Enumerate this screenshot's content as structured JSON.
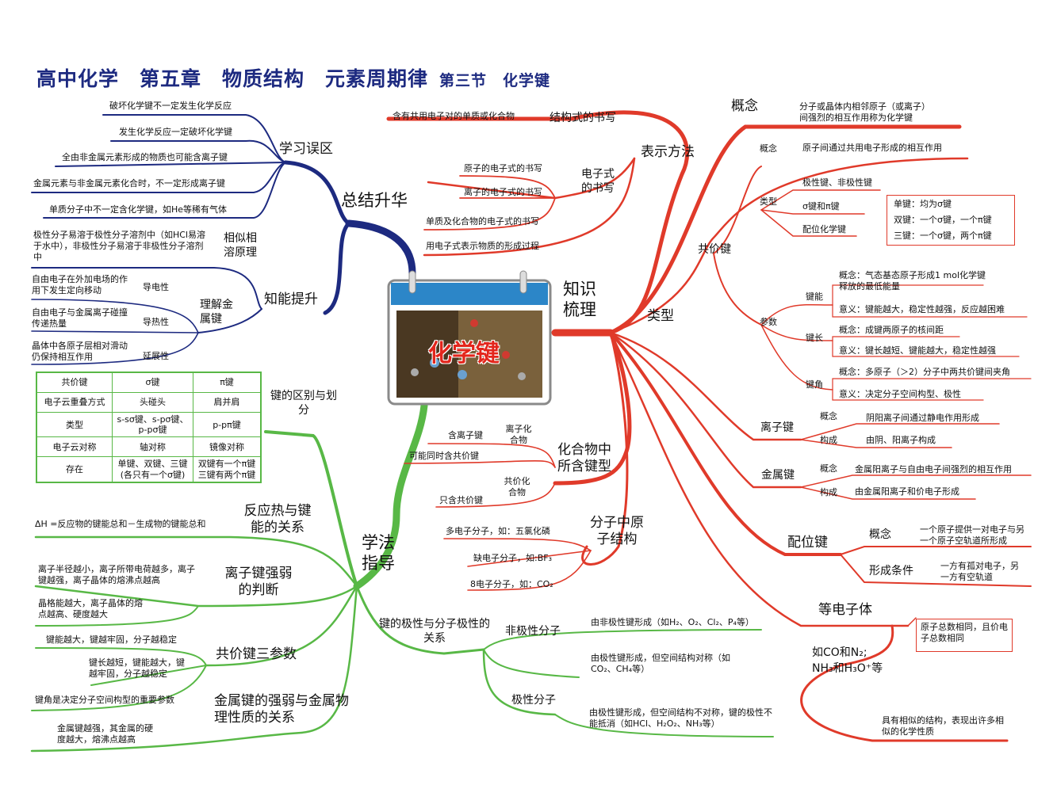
{
  "title": {
    "main": "高中化学　第五章　物质结构　元素周期律",
    "section": "第三节　化学键"
  },
  "center": {
    "label": "化学键"
  },
  "colors": {
    "navy": "#1d2a80",
    "red": "#e03a2a",
    "green": "#58b846",
    "title": "#1d2a80"
  },
  "left_top": {
    "root": "总结升华",
    "xuexi": {
      "label": "学习误区",
      "items": [
        "破坏化学键不一定发生化学反应",
        "发生化学反应一定破坏化学键",
        "全由非金属元素形成的物质也可能含离子键",
        "金属元素与非金属元素化合时，不一定形成离子键",
        "单质分子中不一定含化学键，如He等稀有气体"
      ]
    },
    "zhineng": {
      "label": "知能提升",
      "xiangsi": {
        "label": "相似相溶原理",
        "text": "极性分子易溶于极性分子溶剂中（如HCl易溶于水中），非极性分子易溶于非极性分子溶剂中"
      },
      "jinshu": {
        "label": "理解金属键",
        "items": [
          {
            "key": "导电性",
            "text": "自由电子在外加电场的作用下发生定向移动"
          },
          {
            "key": "导热性",
            "text": "自由电子与金属离子碰撞传递热量"
          },
          {
            "key": "延展性",
            "text": "晶体中各原子层相对滑动仍保持相互作用"
          }
        ]
      }
    }
  },
  "table": {
    "label": "键的区别与划分",
    "rows": [
      [
        "共价键",
        "σ键",
        "π键"
      ],
      [
        "电子云重叠方式",
        "头碰头",
        "肩并肩"
      ],
      [
        "类型",
        "s-sσ键、s-pσ键、p-pσ键",
        "p-pπ键"
      ],
      [
        "电子云对称",
        "轴对称",
        "镜像对称"
      ],
      [
        "存在",
        "单键、双键、三键(各只有一个σ键)",
        "双键有一个π键三键有两个π键"
      ]
    ]
  },
  "left_bottom": {
    "root": "学法指导",
    "fanying": {
      "label": "反应热与键能的关系",
      "text": "ΔH =反应物的键能总和－生成物的键能总和"
    },
    "lizijian": {
      "label": "离子键强弱的判断",
      "items": [
        "离子半径越小，离子所带电荷越多，离子键越强，离子晶体的熔沸点越高",
        "晶格能越大，离子晶体的熔点越高、硬度越大"
      ]
    },
    "gongjia": {
      "label": "共价键三参数",
      "items": [
        "键能越大，键越牢固，分子越稳定",
        "键长越短，键能越大，键越牢固，分子越稳定",
        "键角是决定分子空间构型的重要参数"
      ]
    },
    "jinshujian": {
      "label": "金属键的强弱与金属物理性质的关系",
      "text": "金属键越强，其金属的硬度越大，熔沸点越高"
    }
  },
  "middle": {
    "biaoshi": {
      "label": "表示方法",
      "jiegou": {
        "label": "结构式的书写",
        "text": "含有共用电子对的单质或化合物"
      },
      "dianzi": {
        "label": "电子式的书写",
        "items": [
          "原子的电子式的书写",
          "离子的电子式的书写",
          "单质及化合物的电子式的书写",
          "用电子式表示物质的形成过程"
        ]
      }
    },
    "huahe": {
      "label": "化合物中所含键型",
      "lizi": {
        "label": "离子化合物",
        "items": [
          "含离子键",
          "可能同时含共价键"
        ]
      },
      "gongjia": {
        "label": "共价化合物",
        "items": [
          "只含共价键"
        ]
      }
    },
    "fenzi": {
      "label": "分子中原子结构",
      "items": [
        "多电子分子，如：五氯化磷",
        "缺电子分子，如:BF₃",
        "8电子分子，如：CO₂"
      ]
    },
    "jixing": {
      "label": "键的极性与分子极性的关系",
      "fei": {
        "label": "非极性分子",
        "items": [
          "由非极性键形成（如H₂、O₂、Cl₂、P₄等）",
          "由极性键形成，但空间结构对称（如CO₂、CH₄等）"
        ]
      },
      "ji": {
        "label": "极性分子",
        "text": "由极性键形成，但空间结构不对称，键的极性不能抵消（如HCl、H₂O₂、NH₃等）"
      }
    }
  },
  "right": {
    "root": "知识梳理",
    "gainian": {
      "label": "概念",
      "text": "分子或晶体内相邻原子（或离子）间强烈的相互作用称为化学键"
    },
    "leixing": "类型",
    "gongjiajian": {
      "label": "共价键",
      "gainian": {
        "label": "概念",
        "text": "原子间通过共用电子形成的相互作用"
      },
      "leixing": {
        "label": "类型",
        "items": [
          "极性键、非极性键",
          "σ键和π键",
          "配位化学键"
        ],
        "box": [
          "单键：均为σ键",
          "双键：一个σ键，一个π键",
          "三键：一个σ键，两个π键"
        ]
      },
      "canshu": {
        "label": "参数",
        "jianneng": {
          "label": "键能",
          "items": [
            "概念：气态基态原子形成1 mol化学键释放的最低能量",
            "意义：键能越大，稳定性越强，反应越困难"
          ]
        },
        "jianchang": {
          "label": "键长",
          "items": [
            "概念：成键两原子的核间距",
            "意义：键长越短、键能越大，稳定性越强"
          ]
        },
        "jianjiao": {
          "label": "键角",
          "items": [
            "概念：多原子（＞2）分子中两共价键间夹角",
            "意义：决定分子空间构型、极性"
          ]
        }
      }
    },
    "lizijian": {
      "label": "离子键",
      "items": [
        {
          "k": "概念",
          "v": "阴阳离子间通过静电作用形成"
        },
        {
          "k": "构成",
          "v": "由阴、阳离子构成"
        }
      ]
    },
    "jinshujian": {
      "label": "金属键",
      "items": [
        {
          "k": "概念",
          "v": "金属阳离子与自由电子间强烈的相互作用"
        },
        {
          "k": "构成",
          "v": "由金属阳离子和价电子形成"
        }
      ]
    },
    "peiwei": {
      "label": "配位键",
      "items": [
        {
          "k": "概念",
          "v": "一个原子提供一对电子与另一个原子空轨道所形成"
        },
        {
          "k": "形成条件",
          "v": "一方有孤对电子，另一方有空轨道"
        }
      ]
    },
    "dengdianzi": {
      "label": "等电子体",
      "box": "原子总数相同，且价电子总数相同",
      "example1": "如CO和N₂;",
      "example2": "NH₃和H₃O⁺等",
      "text": "具有相似的结构，表现出许多相似的化学性质"
    }
  }
}
